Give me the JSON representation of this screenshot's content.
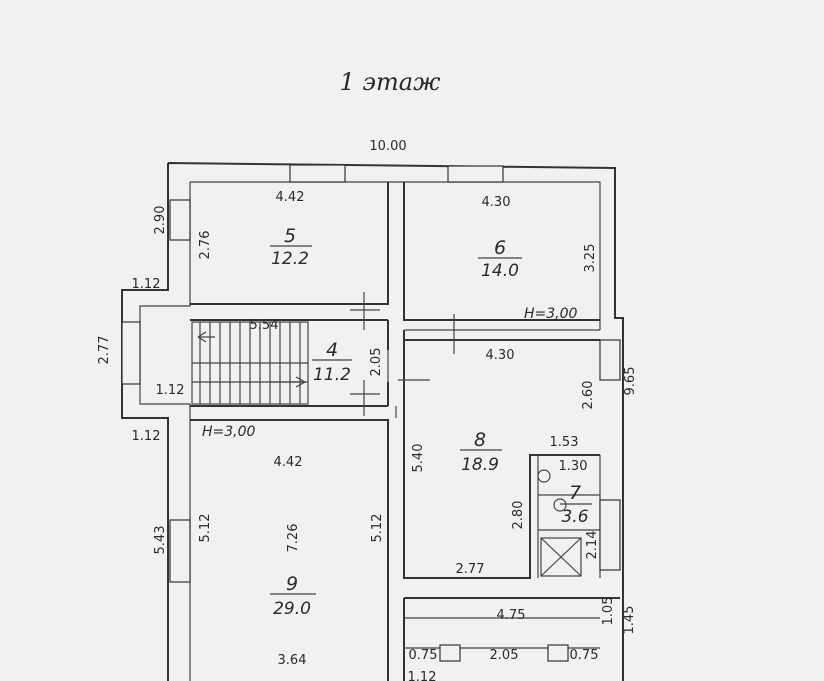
{
  "title": "1 этаж",
  "overall": {
    "width": "10.00",
    "depth": "9.65"
  },
  "rooms": [
    {
      "num": "5",
      "area": "12.2"
    },
    {
      "num": "6",
      "area": "14.0"
    },
    {
      "num": "4",
      "area": "11.2"
    },
    {
      "num": "8",
      "area": "18.9"
    },
    {
      "num": "7",
      "area": "3.6"
    },
    {
      "num": "9",
      "area": "29.0"
    }
  ],
  "height_notes": [
    "H=3,00",
    "H=3,00"
  ],
  "dims": {
    "d442_top": "4.42",
    "d430_top": "4.30",
    "d290": "2.90",
    "d276": "2.76",
    "d325": "3.25",
    "d112_a": "1.12",
    "d554": "5.54",
    "d277_left": "2.77",
    "d205_stair": "2.05",
    "d430_mid": "4.30",
    "d112_b": "1.12",
    "d260": "2.60",
    "d112_c": "1.12",
    "d442_mid": "4.42",
    "d153": "1.53",
    "d130": "1.30",
    "d540": "5.40",
    "d280": "2.80",
    "d214": "2.14",
    "d543": "5.43",
    "d512_l": "5.12",
    "d726": "7.26",
    "d512_r": "5.12",
    "d277_bot": "2.77",
    "d475": "4.75",
    "d105": "1.05",
    "d145": "1.45",
    "d364": "3.64",
    "d075_l": "0.75",
    "d205_bot": "2.05",
    "d075_r": "0.75",
    "d112_bot": "1.12"
  }
}
